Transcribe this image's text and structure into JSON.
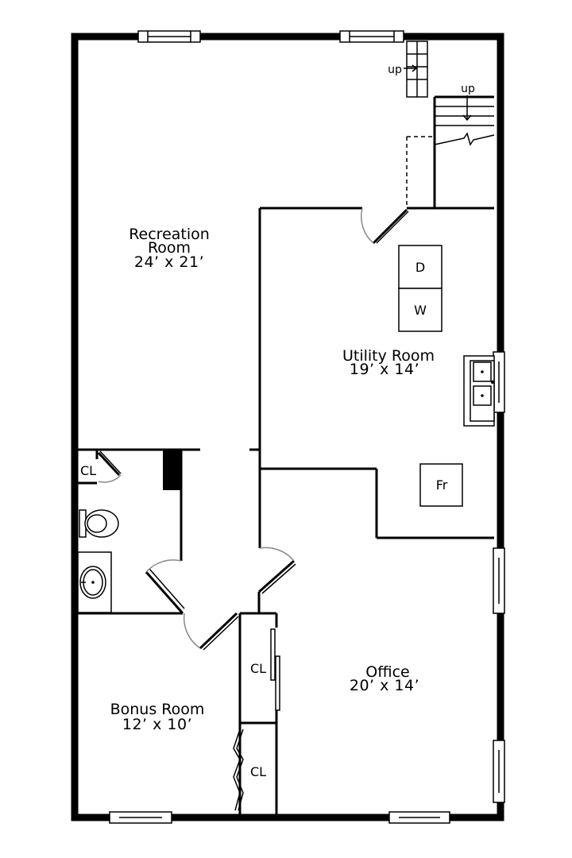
{
  "rooms": [
    {
      "key": "recreation",
      "name_line1": "Recreation",
      "name_line2": "Room",
      "dims": "24’ x 21’"
    },
    {
      "key": "utility",
      "name": "Utility Room",
      "dims": "19’ x 14’"
    },
    {
      "key": "office",
      "name": "Office",
      "dims": "20’ x 14’"
    },
    {
      "key": "bonus",
      "name": "Bonus Room",
      "dims": "12’ x 10’"
    }
  ],
  "labels": {
    "closet": "CL",
    "dryer": "D",
    "washer": "W",
    "furnace": "Fr",
    "stairs_up": "up"
  }
}
